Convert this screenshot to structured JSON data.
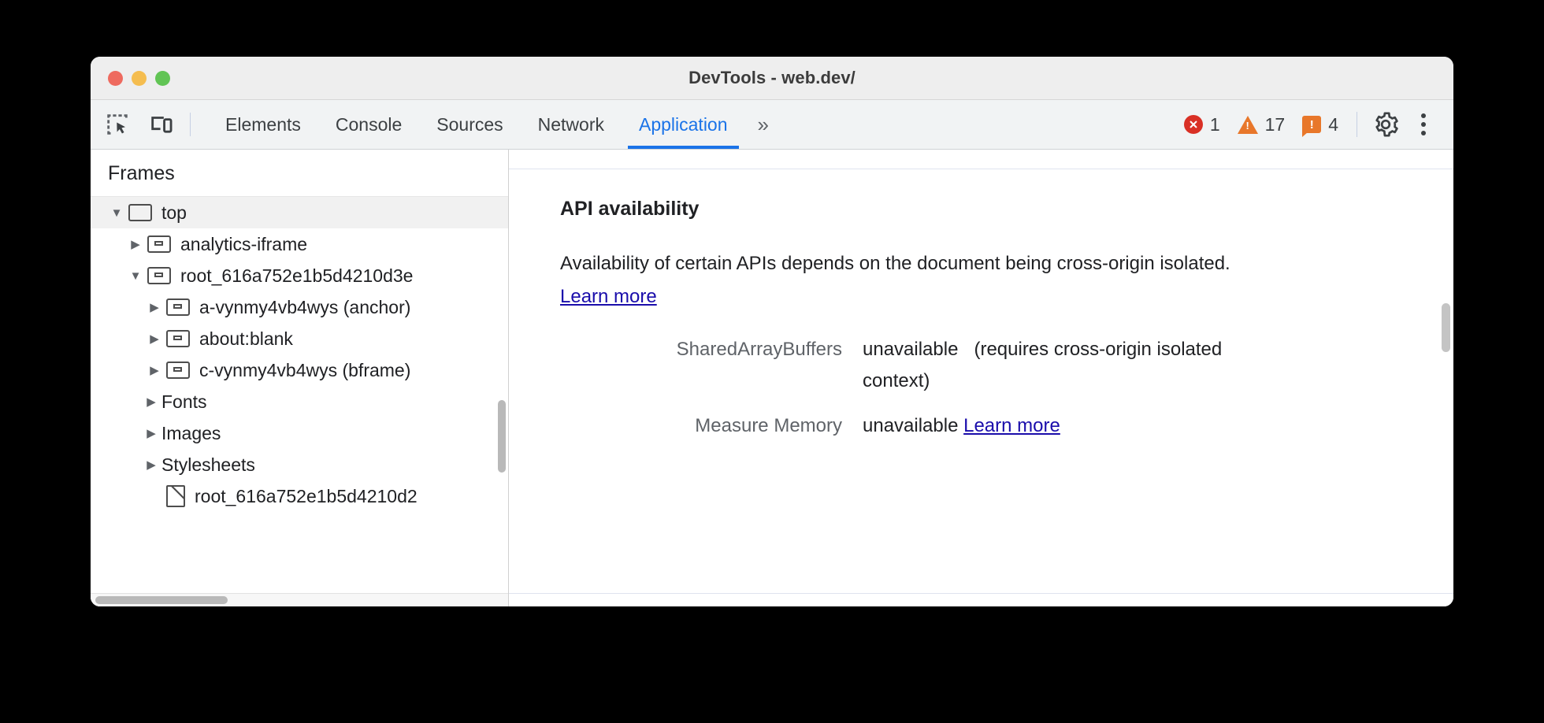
{
  "window": {
    "title": "DevTools - web.dev/",
    "traffic_lights": [
      "close-red",
      "minimize-yellow",
      "maximize-green"
    ]
  },
  "toolbar": {
    "inspect_icon": "inspect-element-icon",
    "device_icon": "device-toolbar-icon",
    "tabs": [
      {
        "label": "Elements",
        "active": false
      },
      {
        "label": "Console",
        "active": false
      },
      {
        "label": "Sources",
        "active": false
      },
      {
        "label": "Network",
        "active": false
      },
      {
        "label": "Application",
        "active": true
      }
    ],
    "more_tabs_label": "»",
    "counters": {
      "errors": "1",
      "warnings": "17",
      "issues": "4",
      "issue_glyph": "!"
    },
    "settings_icon": "gear-icon",
    "menu_icon": "kebab-menu-icon"
  },
  "sidebar": {
    "header": "Frames",
    "tree": [
      {
        "label": "top",
        "indent": 0,
        "state": "open",
        "icon": "frame-icon",
        "selected": true
      },
      {
        "label": "analytics-iframe",
        "indent": 1,
        "state": "closed",
        "icon": "iframe-icon",
        "selected": false
      },
      {
        "label": "root_616a752e1b5d4210d3e",
        "indent": 1,
        "state": "open",
        "icon": "iframe-icon",
        "selected": false
      },
      {
        "label": "a-vynmy4vb4wys (anchor)",
        "indent": 2,
        "state": "closed",
        "icon": "iframe-icon",
        "selected": false
      },
      {
        "label": "about:blank",
        "indent": 2,
        "state": "closed",
        "icon": "iframe-icon",
        "selected": false
      },
      {
        "label": "c-vynmy4vb4wys (bframe)",
        "indent": 2,
        "state": "closed",
        "icon": "iframe-icon",
        "selected": false
      },
      {
        "label": "Fonts",
        "indent": 1,
        "state": "closed",
        "icon": "none",
        "selected": false
      },
      {
        "label": "Images",
        "indent": 1,
        "state": "closed",
        "icon": "none",
        "selected": false
      },
      {
        "label": "Stylesheets",
        "indent": 1,
        "state": "closed",
        "icon": "none",
        "selected": false
      },
      {
        "label": "root_616a752e1b5d4210d2",
        "indent": 2,
        "state": "none",
        "icon": "document-icon",
        "selected": false
      }
    ]
  },
  "main": {
    "section_title": "API availability",
    "description_text": "Availability of certain APIs depends on the document being cross-origin isolated. ",
    "description_link": "Learn more",
    "rows": [
      {
        "key": "SharedArrayBuffers",
        "value": "unavailable",
        "note": "(requires cross-origin isolated context)",
        "link": ""
      },
      {
        "key": "Measure Memory",
        "value": "unavailable",
        "note": "",
        "link": "Learn more"
      }
    ]
  },
  "colors": {
    "accent_blue": "#1a73e8",
    "link_blue": "#1a0dab",
    "error_red": "#d93025",
    "warning_orange": "#e8772a",
    "text_primary": "#202124",
    "text_secondary": "#5f6368"
  }
}
